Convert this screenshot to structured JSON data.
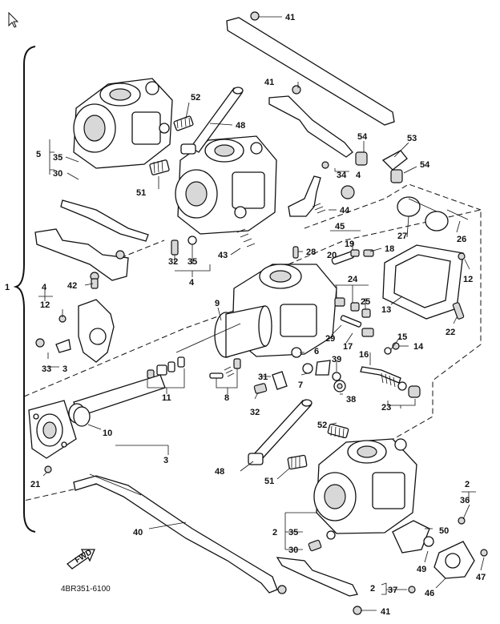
{
  "diagram": {
    "drawing_code": "4BR351-6100",
    "fwd_label": "FWD",
    "cursor_icon": "mouse-pointer-icon",
    "callouts": [
      {
        "id": "c41a",
        "text": "41"
      },
      {
        "id": "c41b",
        "text": "41"
      },
      {
        "id": "c41c",
        "text": "41"
      },
      {
        "id": "c52a",
        "text": "52"
      },
      {
        "id": "c48a",
        "text": "48"
      },
      {
        "id": "c54a",
        "text": "54"
      },
      {
        "id": "c53",
        "text": "53"
      },
      {
        "id": "c54b",
        "text": "54"
      },
      {
        "id": "c5",
        "text": "5"
      },
      {
        "id": "c35a",
        "text": "35"
      },
      {
        "id": "c30a",
        "text": "30"
      },
      {
        "id": "c51a",
        "text": "51"
      },
      {
        "id": "c34",
        "text": "34"
      },
      {
        "id": "c4a",
        "text": "4"
      },
      {
        "id": "c44",
        "text": "44"
      },
      {
        "id": "c45",
        "text": "45"
      },
      {
        "id": "c27",
        "text": "27"
      },
      {
        "id": "c26",
        "text": "26"
      },
      {
        "id": "c28",
        "text": "28"
      },
      {
        "id": "c19",
        "text": "19"
      },
      {
        "id": "c20",
        "text": "20"
      },
      {
        "id": "c18",
        "text": "18"
      },
      {
        "id": "c12a",
        "text": "12"
      },
      {
        "id": "c32a",
        "text": "32"
      },
      {
        "id": "c35b",
        "text": "35"
      },
      {
        "id": "c43",
        "text": "43"
      },
      {
        "id": "c4b",
        "text": "4"
      },
      {
        "id": "c42",
        "text": "42"
      },
      {
        "id": "c1",
        "text": "1"
      },
      {
        "id": "c4c",
        "text": "4"
      },
      {
        "id": "c12b",
        "text": "12"
      },
      {
        "id": "c24",
        "text": "24"
      },
      {
        "id": "c25",
        "text": "25"
      },
      {
        "id": "c13",
        "text": "13"
      },
      {
        "id": "c22",
        "text": "22"
      },
      {
        "id": "c9",
        "text": "9"
      },
      {
        "id": "c29",
        "text": "29"
      },
      {
        "id": "c17",
        "text": "17"
      },
      {
        "id": "c15",
        "text": "15"
      },
      {
        "id": "c14",
        "text": "14"
      },
      {
        "id": "c16",
        "text": "16"
      },
      {
        "id": "c33",
        "text": "33"
      },
      {
        "id": "c3a",
        "text": "3"
      },
      {
        "id": "c6",
        "text": "6"
      },
      {
        "id": "c39",
        "text": "39"
      },
      {
        "id": "c11",
        "text": "11"
      },
      {
        "id": "c8",
        "text": "8"
      },
      {
        "id": "c31",
        "text": "31"
      },
      {
        "id": "c7",
        "text": "7"
      },
      {
        "id": "c38",
        "text": "38"
      },
      {
        "id": "c23",
        "text": "23"
      },
      {
        "id": "c32b",
        "text": "32"
      },
      {
        "id": "c10",
        "text": "10"
      },
      {
        "id": "c52b",
        "text": "52"
      },
      {
        "id": "c3b",
        "text": "3"
      },
      {
        "id": "c21",
        "text": "21"
      },
      {
        "id": "c48b",
        "text": "48"
      },
      {
        "id": "c51b",
        "text": "51"
      },
      {
        "id": "c2a",
        "text": "2"
      },
      {
        "id": "c36",
        "text": "36"
      },
      {
        "id": "c40",
        "text": "40"
      },
      {
        "id": "c2b",
        "text": "2"
      },
      {
        "id": "c35c",
        "text": "35"
      },
      {
        "id": "c50",
        "text": "50"
      },
      {
        "id": "c30b",
        "text": "30"
      },
      {
        "id": "c49",
        "text": "49"
      },
      {
        "id": "c47",
        "text": "47"
      },
      {
        "id": "c2c",
        "text": "2"
      },
      {
        "id": "c37",
        "text": "37"
      },
      {
        "id": "c46",
        "text": "46"
      }
    ]
  }
}
